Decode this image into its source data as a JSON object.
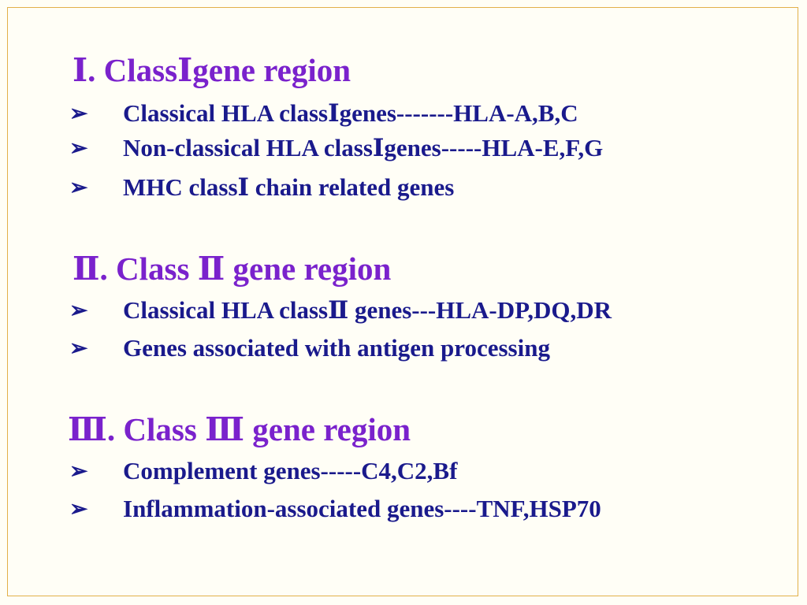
{
  "colors": {
    "heading": "#7a22cc",
    "body": "#1a1a8c",
    "border": "#e2b04a",
    "background": "#fffef6"
  },
  "bullet_icon": "arrow-bullet-icon",
  "sections": [
    {
      "heading": "Ⅰ.  ClassⅠgene region",
      "items": [
        {
          "arrow": "➢",
          "text": "Classical HLA classⅠgenes-------HLA-A,B,C"
        },
        {
          "arrow": "➢",
          "text": "Non-classical HLA classⅠgenes-----HLA-E,F,G"
        },
        {
          "arrow": "➢",
          "text": "MHC classⅠ chain related genes"
        }
      ]
    },
    {
      "heading": "Ⅱ. Class Ⅱ gene region",
      "items": [
        {
          "arrow": "➢",
          "text": "Classical HLA classⅡ genes---HLA-DP,DQ,DR"
        },
        {
          "arrow": "➢",
          "text": "Genes associated with antigen processing"
        }
      ]
    },
    {
      "heading": "Ⅲ. Class Ⅲ gene region",
      "items": [
        {
          "arrow": "➢",
          "text": "Complement genes-----C4,C2,Bf"
        },
        {
          "arrow": "➢",
          "text": "Inflammation-associated genes----TNF,HSP70"
        }
      ]
    }
  ]
}
